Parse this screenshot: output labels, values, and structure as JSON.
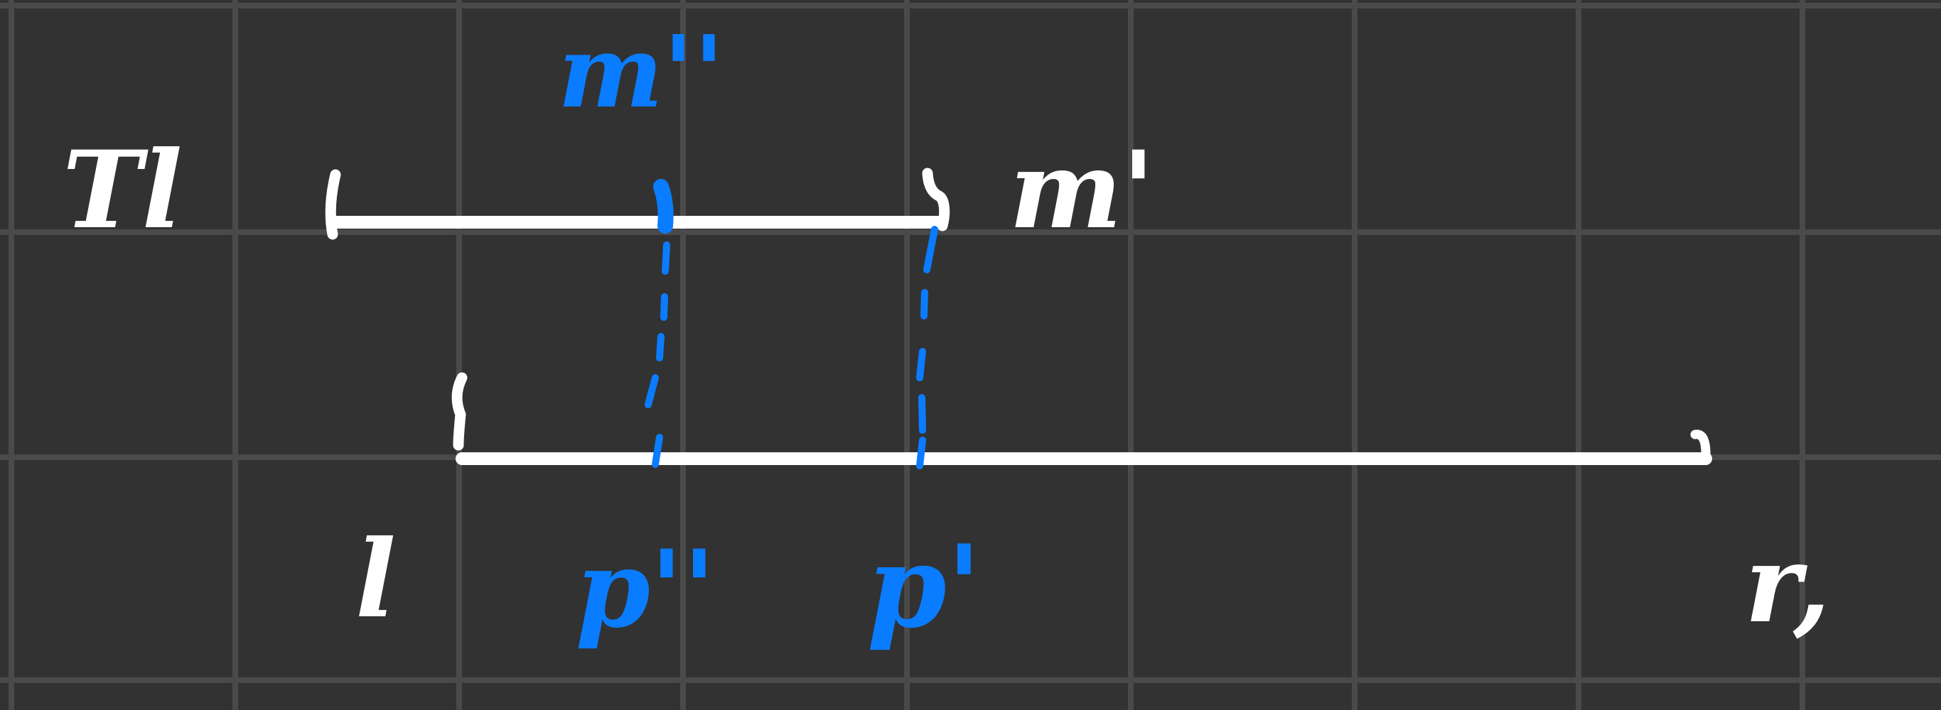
{
  "colors": {
    "background": "#323232",
    "grid": "#4a4a4a",
    "chalk": "#ffffff",
    "accent": "#0a7cff"
  },
  "labels": {
    "top_left": "Tl",
    "top_right": "m'",
    "blue_top": "m''",
    "bottom_left": "l",
    "blue_left": "p''",
    "blue_right": "p'",
    "bottom_right": "r,"
  }
}
